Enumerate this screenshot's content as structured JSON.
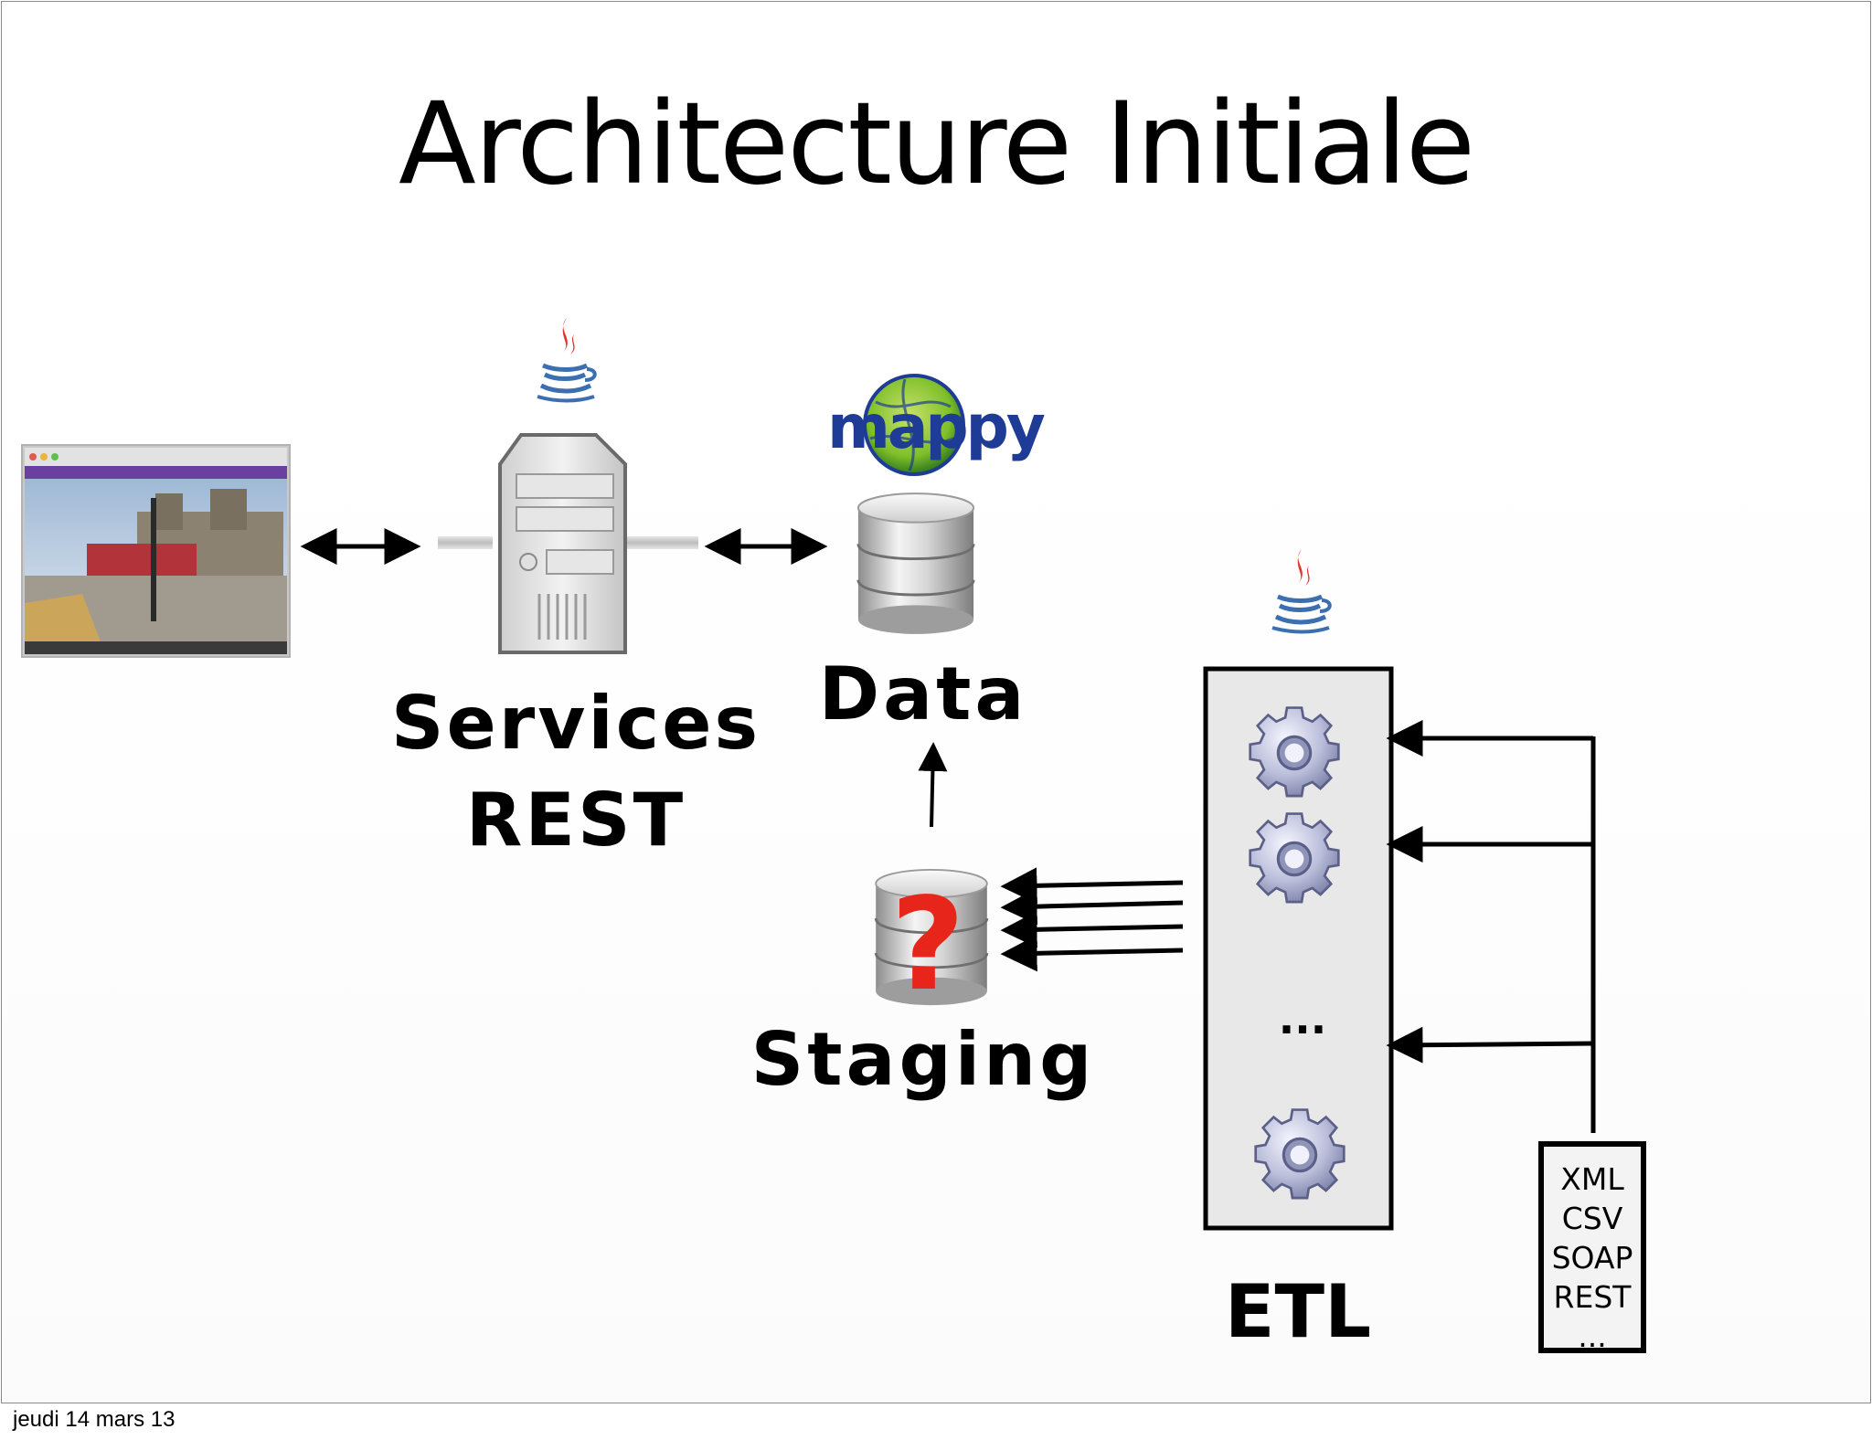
{
  "slide": {
    "title": "Architecture Initiale",
    "footer_date": "jeudi 14 mars 13"
  },
  "nodes": {
    "services_line1": "Services",
    "services_line2": "REST",
    "data": "Data",
    "staging": "Staging",
    "etl": "ETL",
    "etl_ellipsis": "...",
    "mappy_logo": "mappy",
    "staging_mark": "?"
  },
  "sources": [
    "XML",
    "CSV",
    "SOAP",
    "REST",
    "..."
  ],
  "icons": {
    "java": "java-coffee-cup-icon",
    "server": "server-tower-icon",
    "database": "database-cylinder-icon",
    "gear": "gear-icon",
    "browser": "browser-screenshot"
  },
  "colors": {
    "java_red": "#e4322b",
    "java_blue": "#3c6fb0",
    "mappy_blue": "#1e3c96",
    "mappy_green": "#7fbf2a",
    "question_red": "#e8251a",
    "browser_purple": "#6a3fa0"
  }
}
